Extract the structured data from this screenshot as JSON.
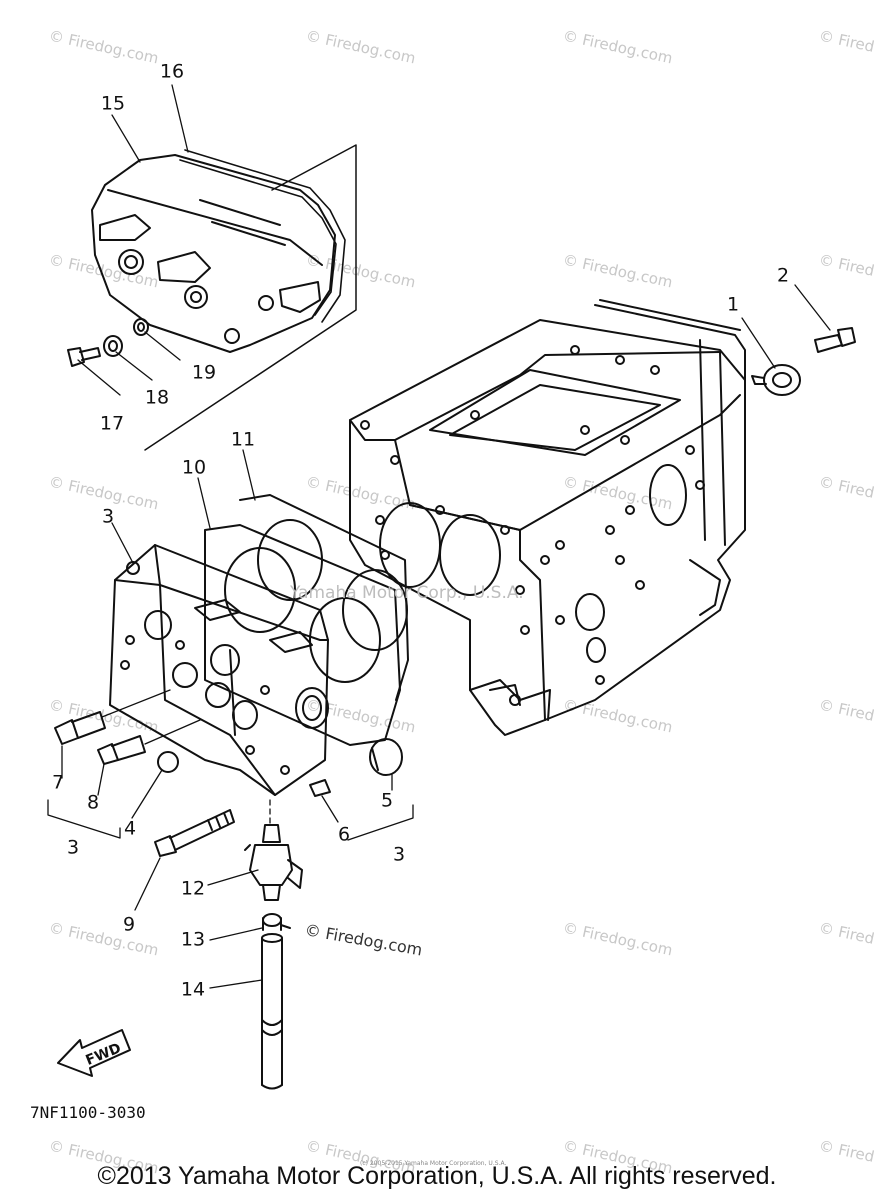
{
  "callouts": [
    {
      "id": "1",
      "text": "1"
    },
    {
      "id": "2",
      "text": "2"
    },
    {
      "id": "3a",
      "text": "3"
    },
    {
      "id": "3b",
      "text": "3"
    },
    {
      "id": "3c",
      "text": "3"
    },
    {
      "id": "4",
      "text": "4"
    },
    {
      "id": "5",
      "text": "5"
    },
    {
      "id": "6",
      "text": "6"
    },
    {
      "id": "7",
      "text": "7"
    },
    {
      "id": "8",
      "text": "8"
    },
    {
      "id": "9",
      "text": "9"
    },
    {
      "id": "10",
      "text": "10"
    },
    {
      "id": "11",
      "text": "11"
    },
    {
      "id": "12",
      "text": "12"
    },
    {
      "id": "13",
      "text": "13"
    },
    {
      "id": "14",
      "text": "14"
    },
    {
      "id": "15",
      "text": "15"
    },
    {
      "id": "16",
      "text": "16"
    },
    {
      "id": "17",
      "text": "17"
    },
    {
      "id": "18",
      "text": "18"
    },
    {
      "id": "19",
      "text": "19"
    }
  ],
  "watermark_text": "© Firedog.com",
  "center_watermark": "Yamaha Motor Corp., U.S.A.",
  "inline_watermark": "© Firedog.com",
  "fwd_label": "FWD",
  "part_code": "7NF1100-3030",
  "tiny_copyright": "(c) 2005-2015 Yamaha Motor Corporation, U.S.A.",
  "footer": "©2013 Yamaha Motor Corporation, U.S.A. All rights reserved."
}
